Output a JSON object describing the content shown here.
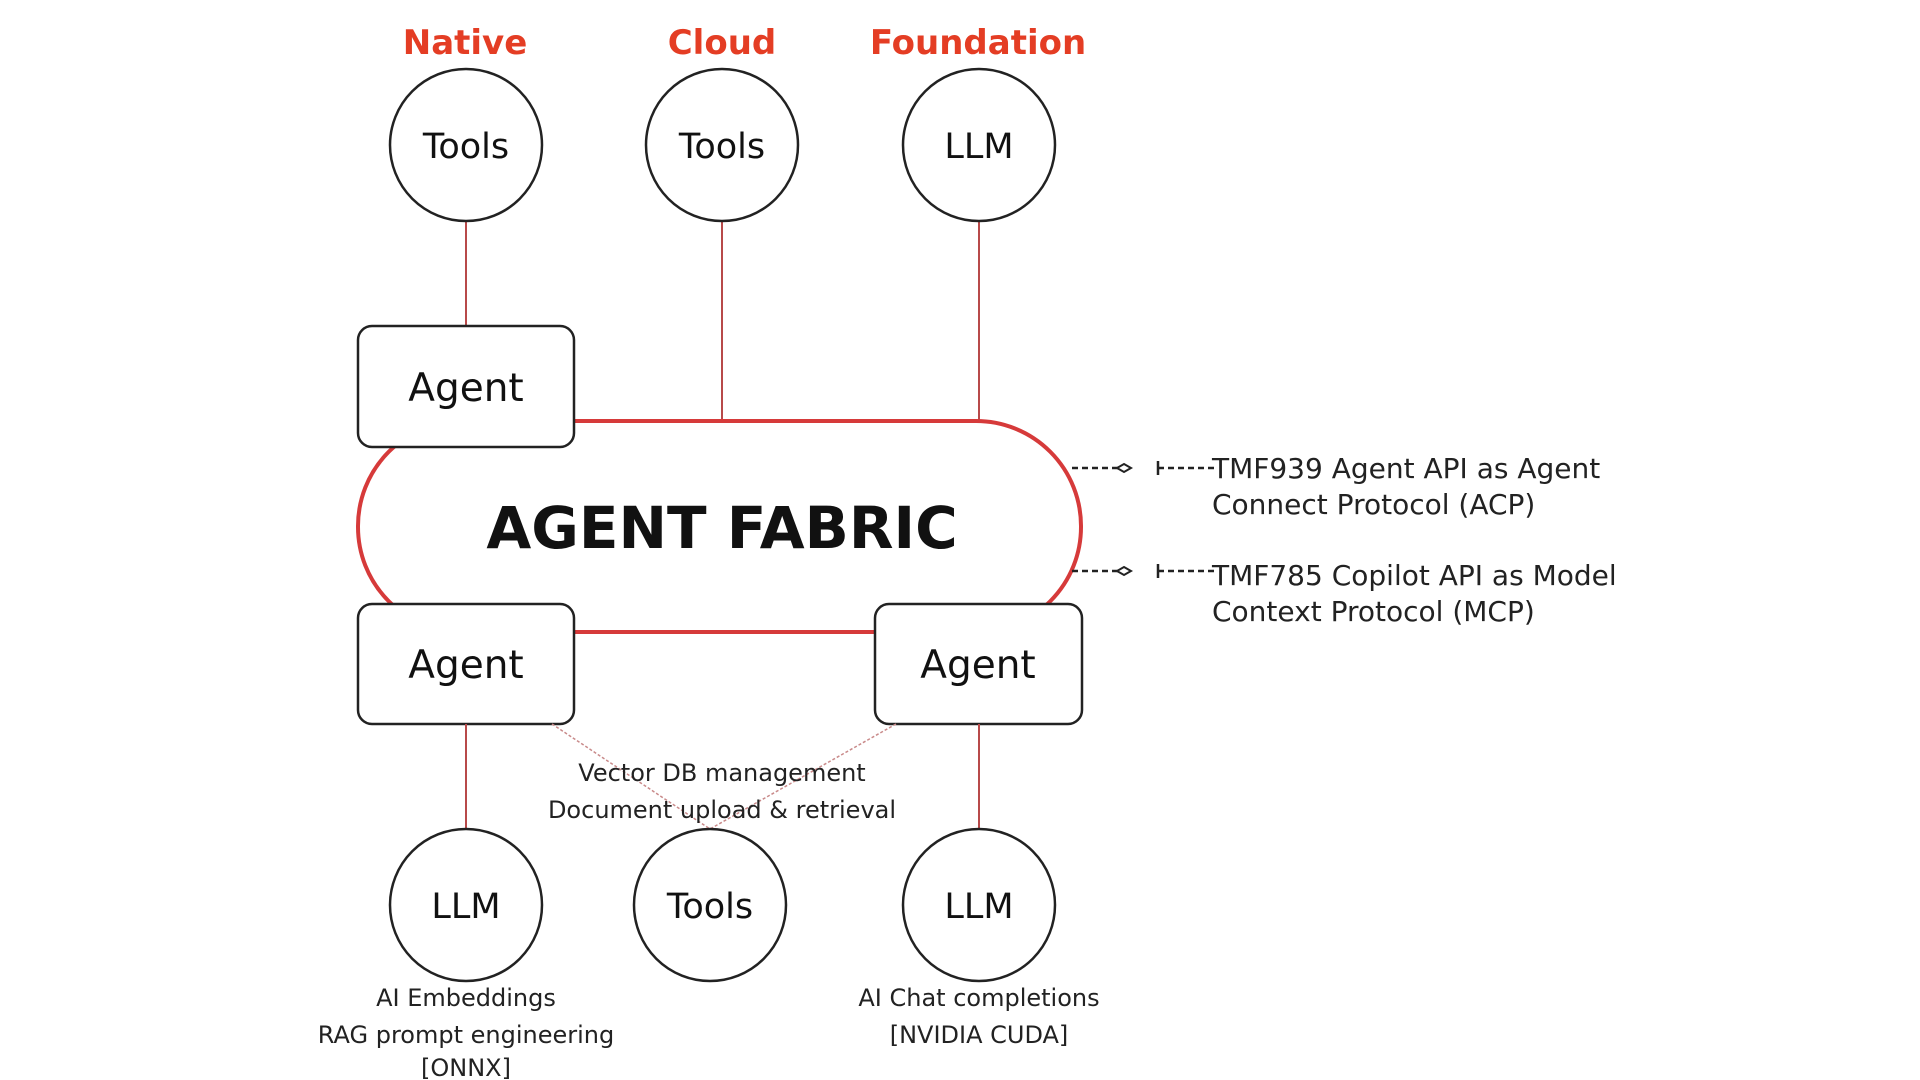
{
  "colors": {
    "accent": "#e43d24",
    "fabric_border": "#d63a3a",
    "connector": "#b84a4a",
    "outline": "#222222",
    "text": "#111111"
  },
  "headers": {
    "native": "Native",
    "cloud": "Cloud",
    "foundation": "Foundation"
  },
  "top_nodes": {
    "native_tools": "Tools",
    "cloud_tools": "Tools",
    "foundation_llm": "LLM"
  },
  "agents": {
    "top_left": "Agent",
    "bottom_left": "Agent",
    "bottom_right": "Agent"
  },
  "fabric": {
    "title": "AGENT FABRIC"
  },
  "protocols": {
    "acp": {
      "line1": "TMF939 Agent API as Agent",
      "line2": "Connect Protocol (ACP)"
    },
    "mcp": {
      "line1": "TMF785 Copilot API as Model",
      "line2": "Context Protocol (MCP)"
    }
  },
  "bottom_nodes": {
    "left_llm": "LLM",
    "center_tools": "Tools",
    "right_llm": "LLM"
  },
  "captions": {
    "vector_db": "Vector DB management",
    "document_upload": "Document upload & retrieval",
    "left_llm": {
      "line1": "AI Embeddings",
      "line2": "RAG prompt engineering",
      "line3": "[ONNX]"
    },
    "right_llm": {
      "line1": "AI Chat completions",
      "line2": "[NVIDIA CUDA]"
    }
  }
}
